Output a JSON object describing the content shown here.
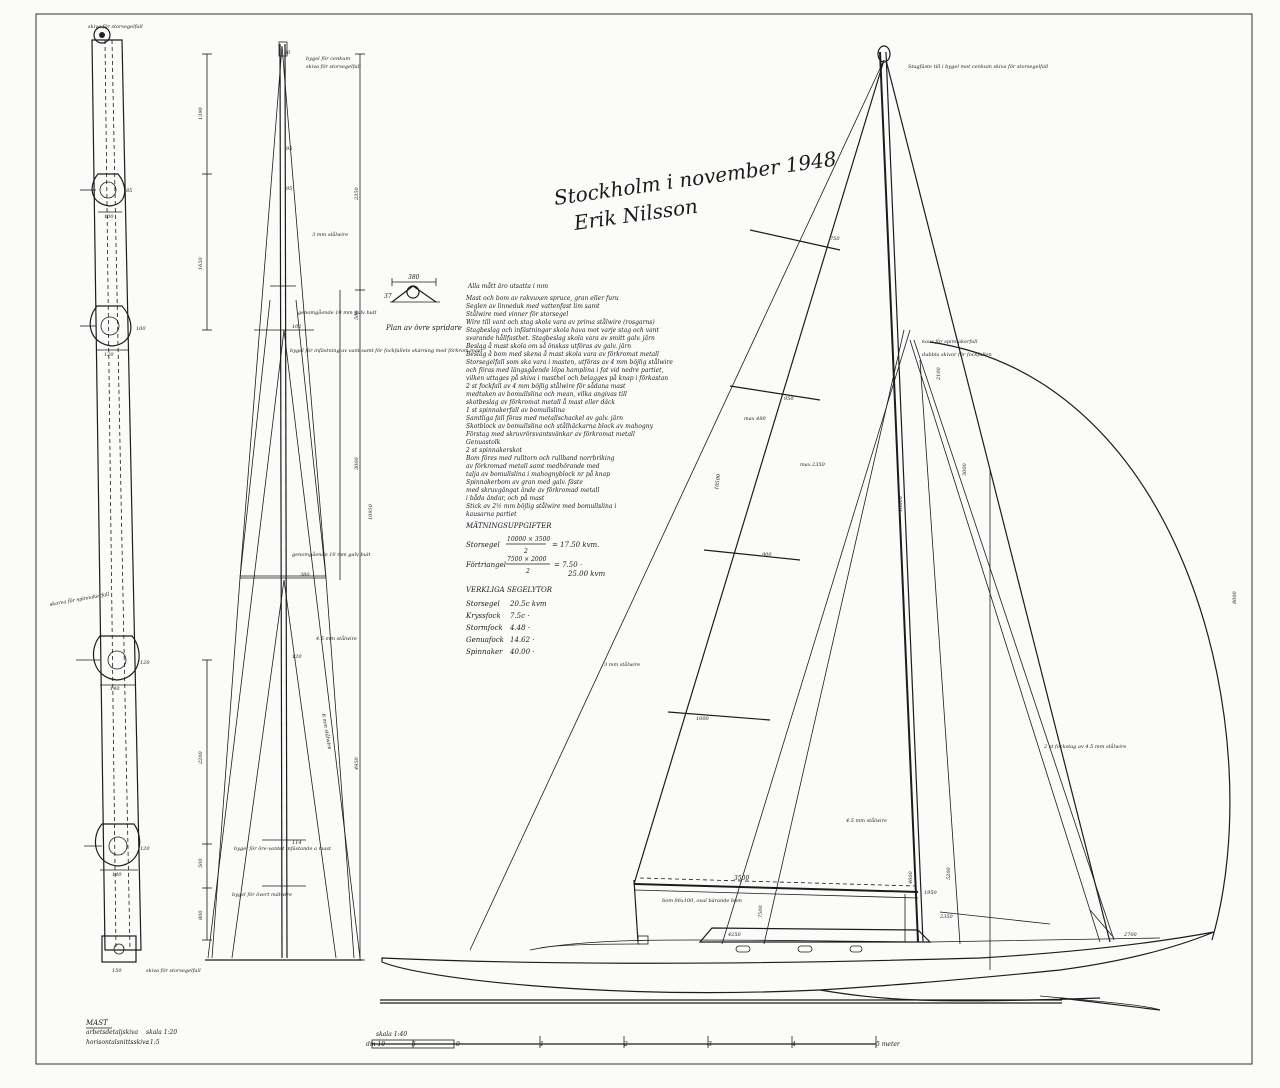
{
  "signature": {
    "line1": "Stockholm i november 1948",
    "line2": "Erik Nilsson"
  },
  "notes": {
    "header": "Alla mått äro utsatta i mm",
    "lines": [
      "Mast och bom av rakvuxen spruce, gran eller furu",
      "Seglen av linneduk med vattenfast lim samt",
      "Stålwire med vinner för storsegel",
      "Wire till vant och stag skola vara av prima stålwire (rosgarns)",
      "Stagbeslag och infästningar skola hava mot varje stag och vant",
      "svarande hållfasthet. Stagbeslag skola vara av smitt galv. järn",
      "Beslag å mast skola om så önskas utföras av galv. järn",
      "Beslag å bom med skena å mast skola vara av förkromat metall",
      "Storsegelfall som ska vara i masten, utföras av 4 mm böjlig stålwire",
      "och föras med längsgående löpa hamplina i fat vid nedre partiet,",
      "vilken uttages på skiva i masthel och belagges på knap i förkastan",
      "2 st fockfall av 4 mm böjlig stålwire för sådana mast",
      "medtaken av bomullslina och mean, vilka angivas till",
      "skotbeslag av förkromat metall å mast eller däck",
      "1 st spinnakerfall av bomullslina",
      "Samtliga fall föras med metallschackel av galv. järn",
      "Skotblock av bomullslina och stålhäckarna block av mahogny",
      "Förstag med skruvrörsvantsvänkar av förkromat metall",
      "Genuastolk",
      "2 st spinnakerskot",
      "Bom föres med rulltorn och rullband norrbriking",
      "av förkromad metall samt medhörande med",
      "talja av bomullslina i mahognyblock nr på knap",
      "Spinnakerbom av gran med galv. fäste",
      "med skruvgängat ände av förkromad metall",
      "i båda ändar, och på mast",
      "Stick av 2½ mm böjlig stålwire med bomullslina i",
      "kausarna partiet"
    ]
  },
  "matning": {
    "heading": "MÄTNINGSUPPGIFTER",
    "storsegel_label": "Storsegel",
    "storsegel_frac_top": "10000 × 3500",
    "storsegel_frac_bot": "2",
    "storsegel_result": "= 17.50 kvm.",
    "forttriangel_label": "Förtriangel",
    "forttriangel_frac_top": "7500 × 2000",
    "forttriangel_frac_bot": "2",
    "forttriangel_result": "= 7.50 ·",
    "total": "25.00 kvm"
  },
  "segelytor": {
    "heading": "VERKLIGA SEGELYTOR",
    "rows": [
      {
        "name": "Storsegel",
        "value": "20.5c kvm"
      },
      {
        "name": "Kryssfock",
        "value": "7.5c ·"
      },
      {
        "name": "Stormfock",
        "value": "4.48 ·"
      },
      {
        "name": "Genuafock",
        "value": "14.62 ·"
      },
      {
        "name": "Spinnaker",
        "value": "40.00 ·"
      }
    ]
  },
  "spridare": {
    "label": "Plan av övre spridare",
    "dim1": "380",
    "dim2": "37"
  },
  "mast_detail": {
    "top_note": "skiva för storsegelfall",
    "side_note": "skarva för spinnakerfall",
    "bottom_note": "skiva för storsegelfall",
    "dims": [
      "100",
      "120",
      "140",
      "140",
      "140",
      "150"
    ],
    "sides": [
      "85",
      "100",
      "120",
      "120",
      "100"
    ]
  },
  "rig_front": {
    "top_note_1": "bygel för cenkum",
    "top_note_2": "skiva för storsegelfall",
    "wire_note_1": "3 mm stålwire",
    "bolt_note_1": "genomgående 10 mm galv bult",
    "bygel_note": "bygel för infästning av vant samt för fockfallets skärning med förkrom mast",
    "bolt_note_2": "genomgående 10 mm galv bult",
    "wire_note_2": "4.5 mm stålwire",
    "wire_note_3": "6 mm stålwire",
    "bygel_low_1": "bygel för öre-vantet infästande a mast",
    "bygel_low_2": "bygel för övert mätwire",
    "vert_dims": [
      "1390",
      "2350",
      "1650",
      "500",
      "3000",
      "10950",
      "2200",
      "4950",
      "500",
      "800"
    ],
    "small_dims": [
      "20",
      "95",
      "95",
      "102",
      "380",
      "120",
      "114"
    ]
  },
  "sail_plan": {
    "top_note": "Stagfäste till i bygel mot cenkum skiva för storsegelfall",
    "kaus_note_1": "kaus för spinnakerfall",
    "kaus_note_2": "dubbla skivor för fockfallen",
    "dims": {
      "spreader_top": "750",
      "spreader_2": "950",
      "spreader_3": "900",
      "spreader_4": "1000",
      "luff": "10500",
      "mast": "10000",
      "max": "max 480",
      "jib_foot": "max 2350",
      "top_stay": "2100",
      "side": "3000",
      "boom": "3500",
      "v_boom": "7500",
      "deck_1": "4250",
      "mast_h": "4600",
      "v_5200": "5200",
      "v_1950": "1950",
      "d_2350": "2350",
      "d_2700": "2700",
      "spin": "8000"
    },
    "wire_mid": "3 mm stålwire",
    "wire_low": "4.5 mm stålwire",
    "forestay_note": "2 st fockstag av 4.5 mm stålwire",
    "boom_note": "bom 86x100, oval bärande bom"
  },
  "legend": {
    "title": "MAST",
    "row1_label": "arbetsdetaljskiva",
    "row1_value": "skala 1:20",
    "row2_label": "horisontalsnittsskiva",
    "row2_value": ": 1:5"
  },
  "scale_bar": {
    "label": "skala 1:40",
    "unit_left": "dm 10",
    "ticks": [
      "5",
      "0",
      "1",
      "2",
      "3",
      "4",
      "5 meter"
    ]
  }
}
